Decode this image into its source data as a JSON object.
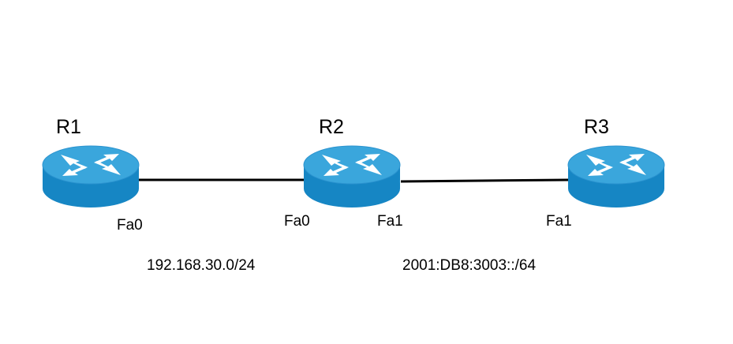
{
  "routers": [
    {
      "id": "r1",
      "label": "R1"
    },
    {
      "id": "r2",
      "label": "R2"
    },
    {
      "id": "r3",
      "label": "R3"
    }
  ],
  "interfaces": {
    "r1_fa0": "Fa0",
    "r2_fa0": "Fa0",
    "r2_fa1": "Fa1",
    "r3_fa1": "Fa1"
  },
  "networks": {
    "r1_r2": "192.168.30.0/24",
    "r2_r3": "2001:DB8:3003::/64"
  },
  "colors": {
    "router_top": "#3aa6dc",
    "router_side": "#1686c4",
    "router_rim": "#2b93cf",
    "arrow": "#ffffff",
    "link": "#000000"
  }
}
